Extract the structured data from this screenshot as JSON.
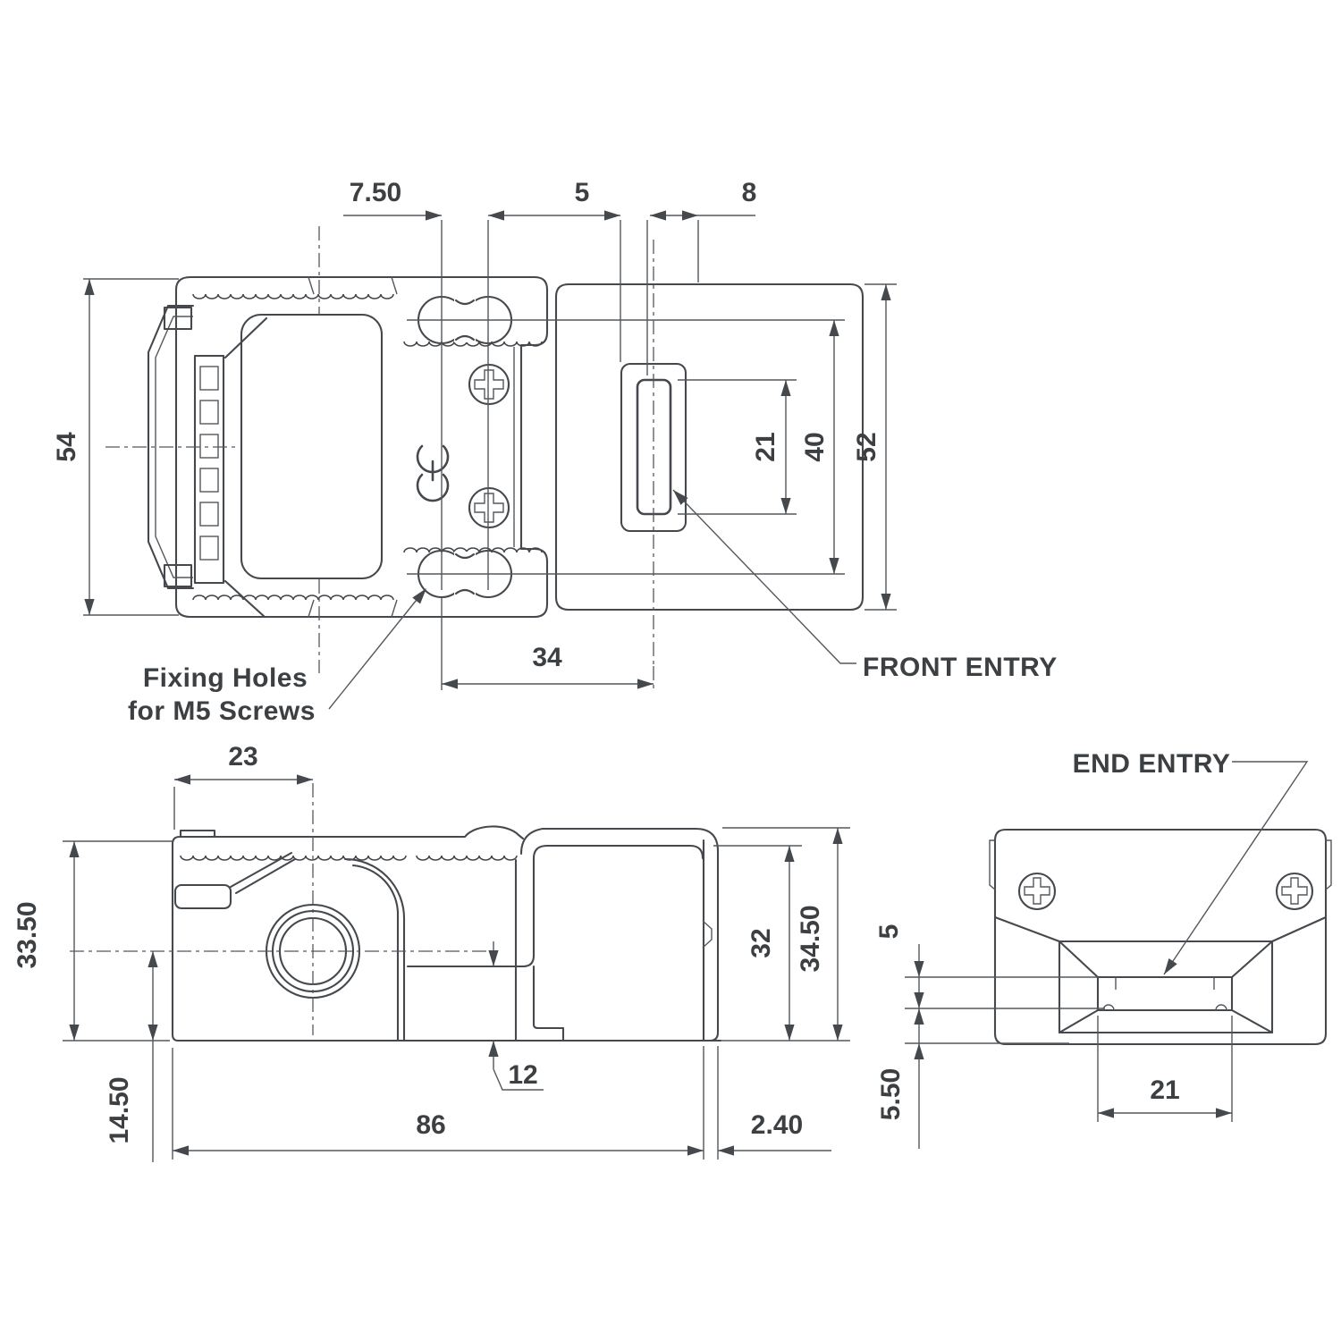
{
  "drawing": {
    "ink_color": "#45494d",
    "text_color": "#3c4043",
    "top_view": {
      "dim_hole_pitch": "7.50",
      "dim_entry_offset": "5",
      "dim_entry_width": "8",
      "dim_head_width": "54",
      "dim_slot_length": "21",
      "dim_hole_span": "40",
      "dim_body_width": "52",
      "dim_hole_to_slot": "34",
      "label_fixing_line1": "Fixing Holes",
      "label_fixing_line2": "for M5 Screws",
      "label_front_entry": "FRONT ENTRY"
    },
    "side_view": {
      "dim_entry_from_left": "23",
      "dim_left_height": "33.50",
      "dim_entry_center_height": "14.50",
      "dim_step": "12",
      "dim_length": "86",
      "dim_plate_thickness": "2.40",
      "dim_inner_height": "32",
      "dim_total_height": "34.50"
    },
    "end_view": {
      "label_end_entry": "END ENTRY",
      "dim_slot_height": "5",
      "dim_slot_to_bottom": "5.50",
      "dim_slot_width": "21"
    }
  }
}
